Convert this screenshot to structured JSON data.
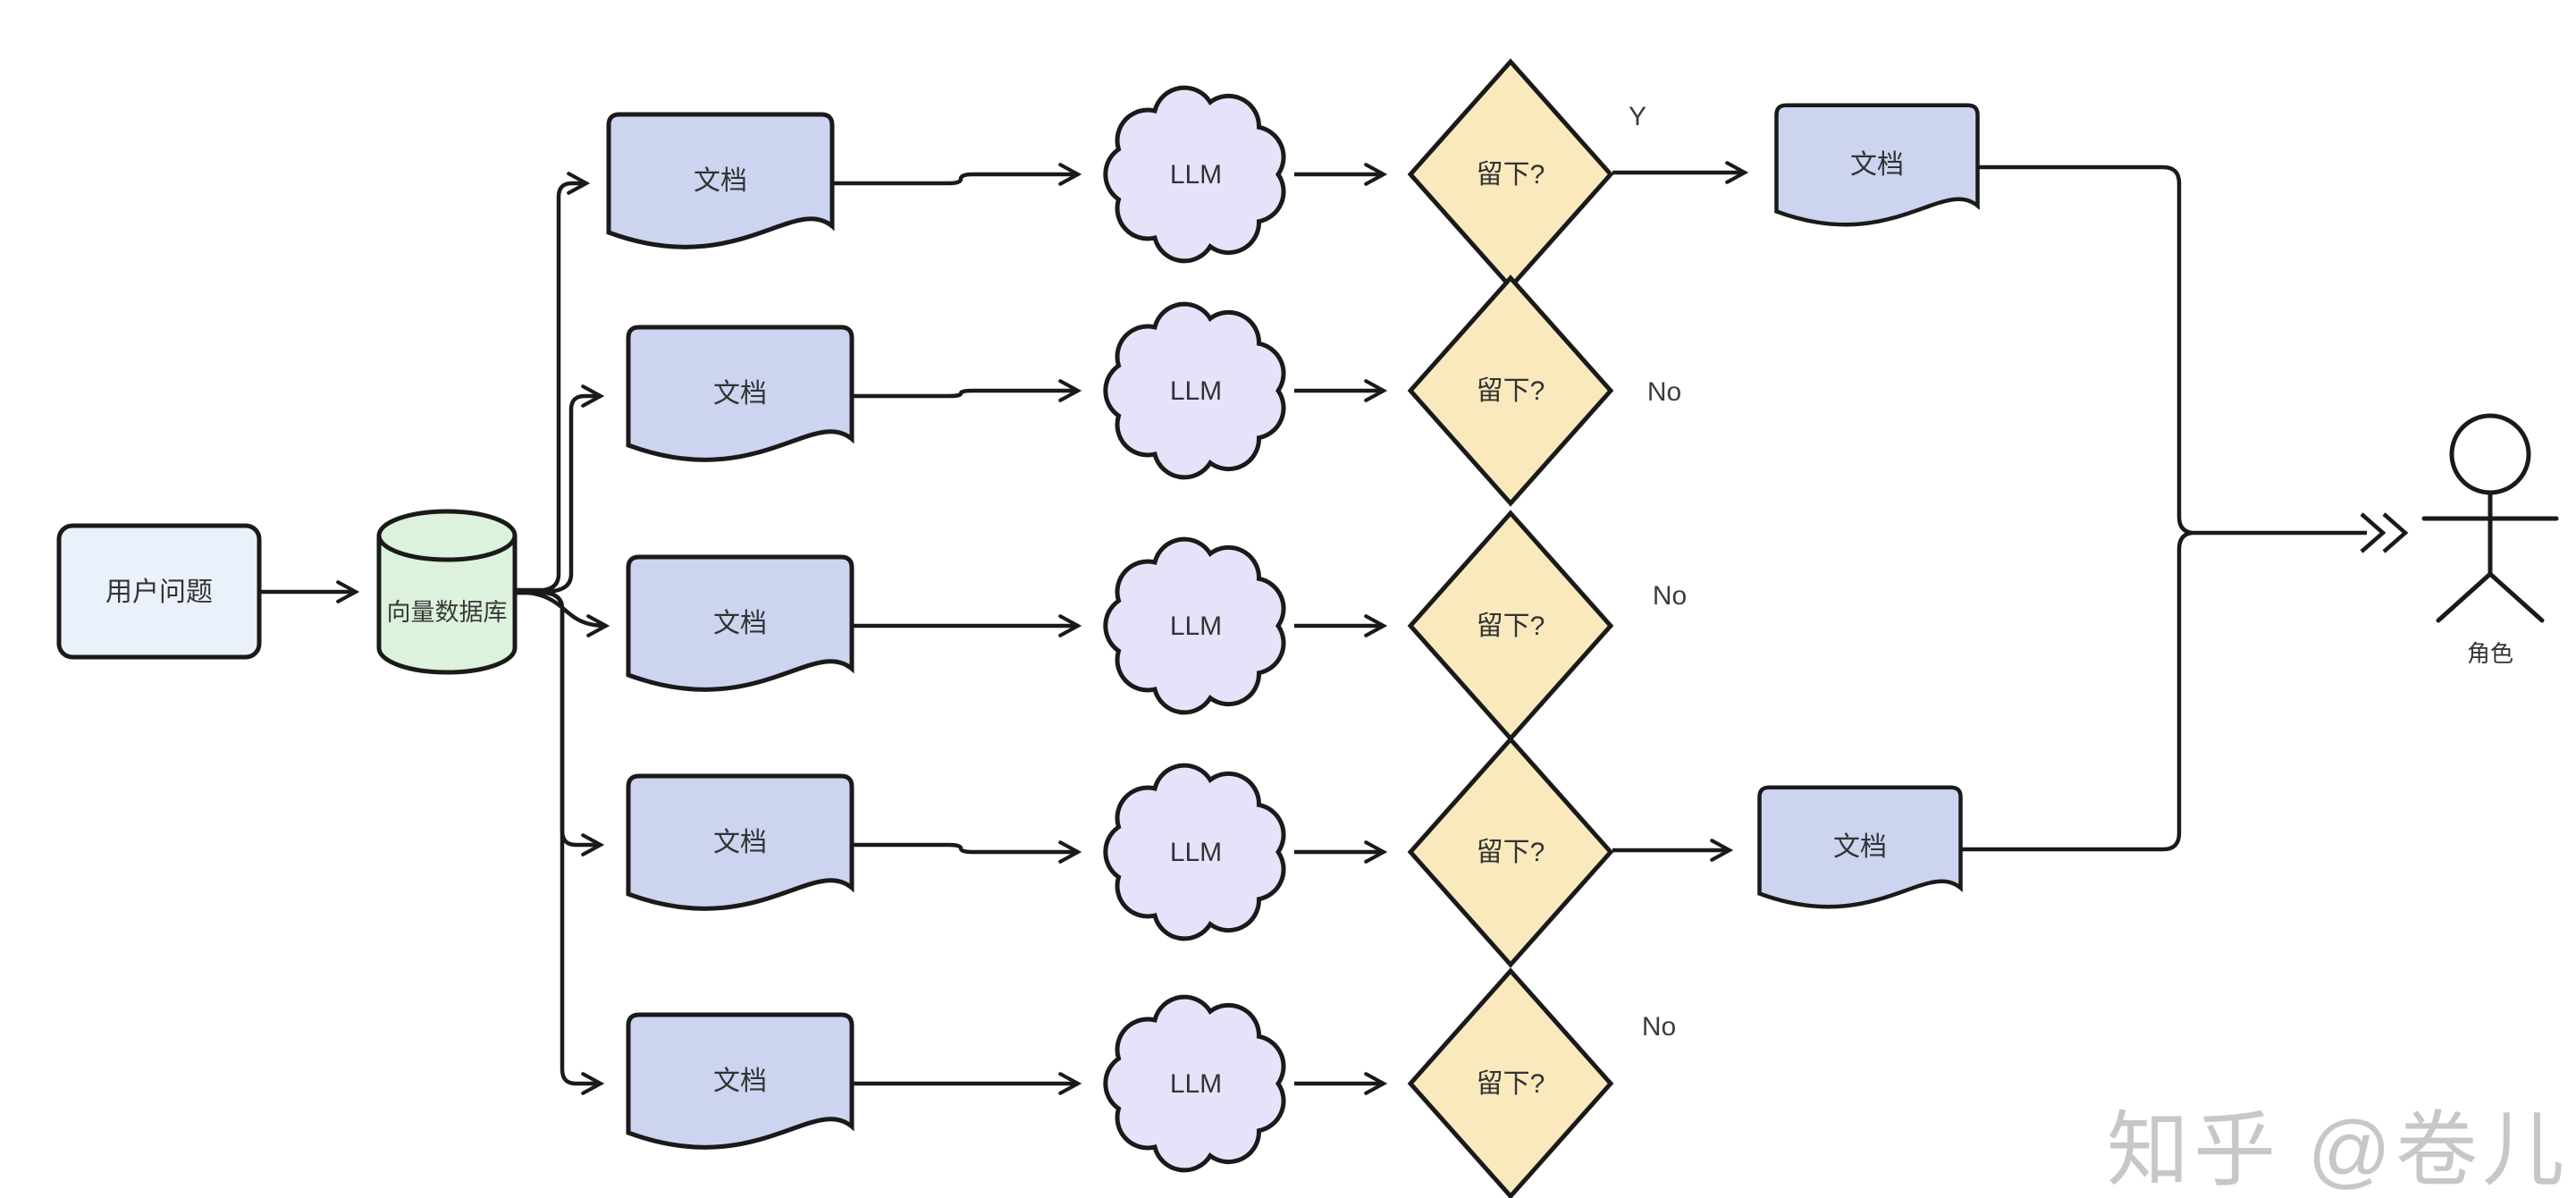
{
  "diagram": {
    "nodes": {
      "user_question": "用户问题",
      "vector_db": "向量数据库",
      "document": "文档",
      "llm": "LLM",
      "decision": "留下?",
      "actor": "角色"
    },
    "branch_labels": [
      "Y",
      "No",
      "No",
      "",
      "No"
    ],
    "colors": {
      "user_question_fill": "#eaf1fb",
      "vector_db_fill": "#dcf2dc",
      "document_fill": "#ccd4f0",
      "llm_fill": "#e8e1fa",
      "decision_fill": "#f9e9bd",
      "line": "#1a1a1a"
    }
  },
  "watermark": {
    "text": "知乎 @卷儿",
    "color": "#c5c5c5"
  }
}
